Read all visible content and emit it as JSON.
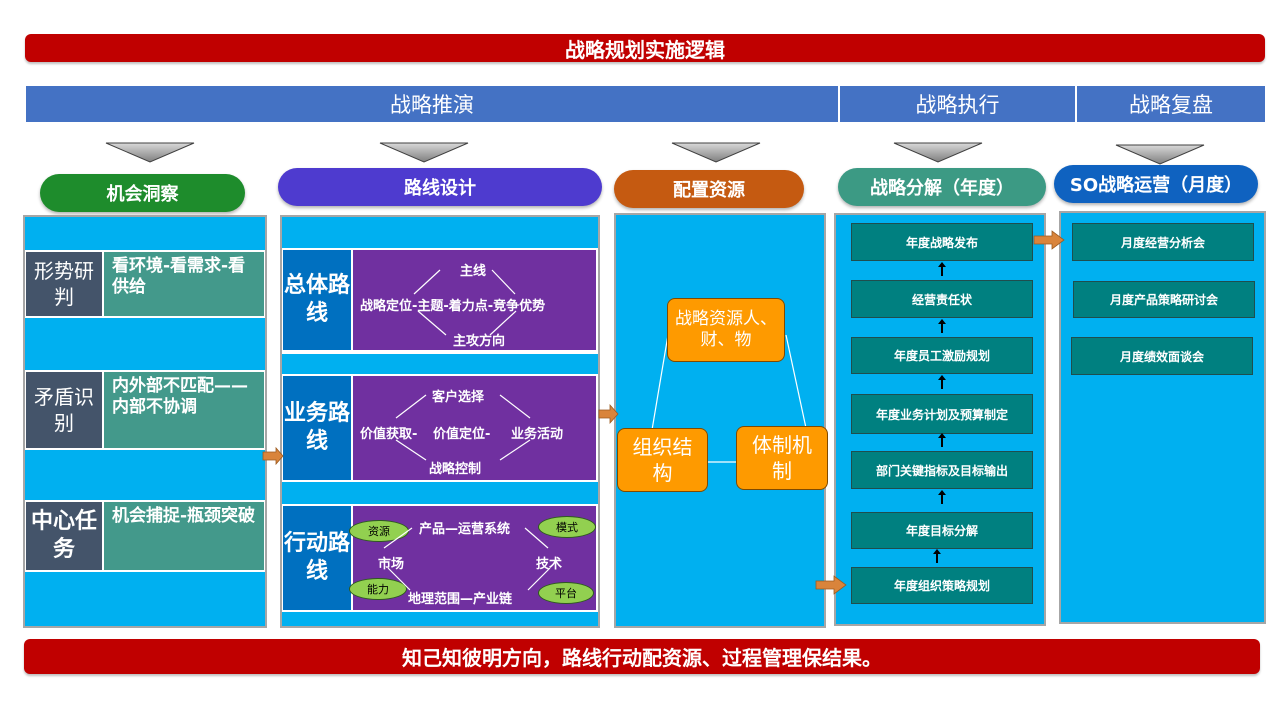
{
  "title": "战略规划实施逻辑",
  "phases": [
    "战略推演",
    "战略执行",
    "战略复盘"
  ],
  "headers": [
    "机会洞察",
    "路线设计",
    "配置资源",
    "战略分解（年度）",
    "SO战略运营（月度）"
  ],
  "colors": {
    "red": "#c00000",
    "phase_blue": "#4472c4",
    "panel_blue": "#00b0f0",
    "green": "#1e8c2c",
    "indigo": "#4e3bcf",
    "orange_brown": "#c55a11",
    "teal_header": "#3c9a84",
    "so_blue": "#0f62c0",
    "purple": "#7030a0",
    "teal_box": "#008080",
    "orange": "#fe9a00",
    "arrow_orange": "#d9843b"
  },
  "insight": [
    {
      "label": "形势研判",
      "text": "看环境-看需求-看供给"
    },
    {
      "label": "矛盾识别",
      "text": "内外部不匹配——内部不协调"
    },
    {
      "label": "中心任务",
      "text": "机会捕捉-瓶颈突破"
    }
  ],
  "routes": {
    "overall": {
      "label": "总体路线",
      "top": "主线",
      "middle": "战略定位-主题-着力点-竞争优势",
      "bottom": "主攻方向"
    },
    "business": {
      "label": "业务路线",
      "top": "客户选择",
      "left": "价值获取-",
      "center": "价值定位-",
      "right": "业务活动",
      "bottom": "战略控制"
    },
    "action": {
      "label": "行动路线",
      "top": "产品—运营系统",
      "left": "市场",
      "right": "技术",
      "bottom": "地理范围—产业链",
      "ovals": [
        "资源",
        "模式",
        "能力",
        "平台"
      ]
    }
  },
  "resources": {
    "top": "战略资源人、财、物",
    "left": "组织结构",
    "right": "体制机制"
  },
  "annual": [
    "年度战略发布",
    "经营责任状",
    "年度员工激励规划",
    "年度业务计划及预算制定",
    "部门关键指标及目标输出",
    "年度目标分解",
    "年度组织策略规划"
  ],
  "monthly": [
    "月度经营分析会",
    "月度产品策略研讨会",
    "月度绩效面谈会"
  ],
  "footer": "知己知彼明方向，路线行动配资源、过程管理保结果。"
}
